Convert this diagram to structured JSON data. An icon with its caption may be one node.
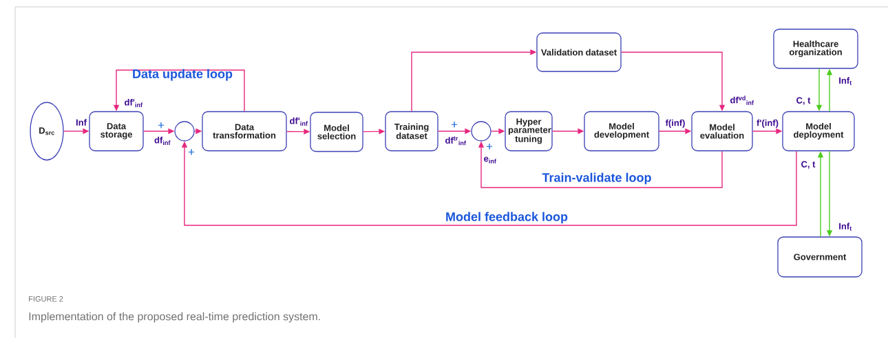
{
  "diagram": {
    "caption": "Implementation of the proposed real-time prediction system.",
    "nodes": [
      {
        "text": [
          "D$_{src}$"
        ]
      },
      {
        "text": [
          "Data storage"
        ]
      },
      {
        "text": [],
        "shape": "circle"
      },
      {
        "text": [
          "Data transformation"
        ]
      },
      {
        "text": [
          "Model selection"
        ]
      },
      {
        "text": [
          "Training dataset"
        ]
      },
      {
        "text": [
          "Validation dataset"
        ]
      },
      {
        "text": [],
        "shape": "circle"
      },
      {
        "text": [
          "Hyper parameter tuning"
        ]
      },
      {
        "text": [
          "Model development"
        ]
      },
      {
        "text": [
          "Model evaluation"
        ]
      },
      {
        "text": [
          "Healthcare organization"
        ]
      },
      {
        "text": [
          "Model deployment"
        ]
      },
      {
        "text": [
          "Government"
        ]
      }
    ],
    "edges": [
      {
        "from": 0,
        "to": 1,
        "arrow": "to",
        "label": "Inf"
      },
      {
        "from": 1,
        "to": 2,
        "arrow": "to",
        "label": "df$_{inf}$"
      },
      {
        "from": 2,
        "to": 3,
        "arrow": "to"
      },
      {
        "from": 3,
        "to": 1,
        "arrow": "to",
        "label": "df'$_{inf}$"
      },
      {
        "from": 3,
        "to": 4,
        "arrow": "to",
        "label": "df'$_{inf}$"
      },
      {
        "from": 4,
        "to": 5,
        "arrow": "to"
      },
      {
        "from": 5,
        "to": 6,
        "arrow": "to"
      },
      {
        "from": 5,
        "to": 7,
        "arrow": "to",
        "label": "df$^{tr}$$_{inf}$"
      },
      {
        "from": 7,
        "to": 8,
        "arrow": "to"
      },
      {
        "from": 8,
        "to": 9,
        "arrow": "to"
      },
      {
        "from": 9,
        "to": 10,
        "arrow": "to",
        "label": "f(inf)"
      },
      {
        "from": 6,
        "to": 10,
        "arrow": "to",
        "label": "df$^{vd}$$_{inf}$"
      },
      {
        "from": 10,
        "to": 12,
        "arrow": "to",
        "label": "f'(inf)"
      },
      {
        "from": 10,
        "to": 7,
        "arrow": "to",
        "label": "e$_{inf}$"
      },
      {
        "from": 12,
        "to": 2,
        "arrow": "to"
      },
      {
        "from": 11,
        "to": 12,
        "arrow": "to",
        "label": "C, t",
        "color": "#4ccc1e"
      },
      {
        "from": 12,
        "to": 11,
        "arrow": "to",
        "label": "Inf$_{t}$",
        "color": "#4ccc1e"
      },
      {
        "from": 13,
        "to": 12,
        "arrow": "to",
        "label": "C, t",
        "color": "#4ccc1e"
      },
      {
        "from": 12,
        "to": 13,
        "arrow": "to",
        "label": "Inf$_{t}$",
        "color": "#4ccc1e"
      }
    ],
    "labels": [
      "Data update loop",
      "Train-validate loop",
      "Model feedback loop",
      "+",
      "+",
      "+",
      "+",
      "FIGURE 2"
    ]
  }
}
